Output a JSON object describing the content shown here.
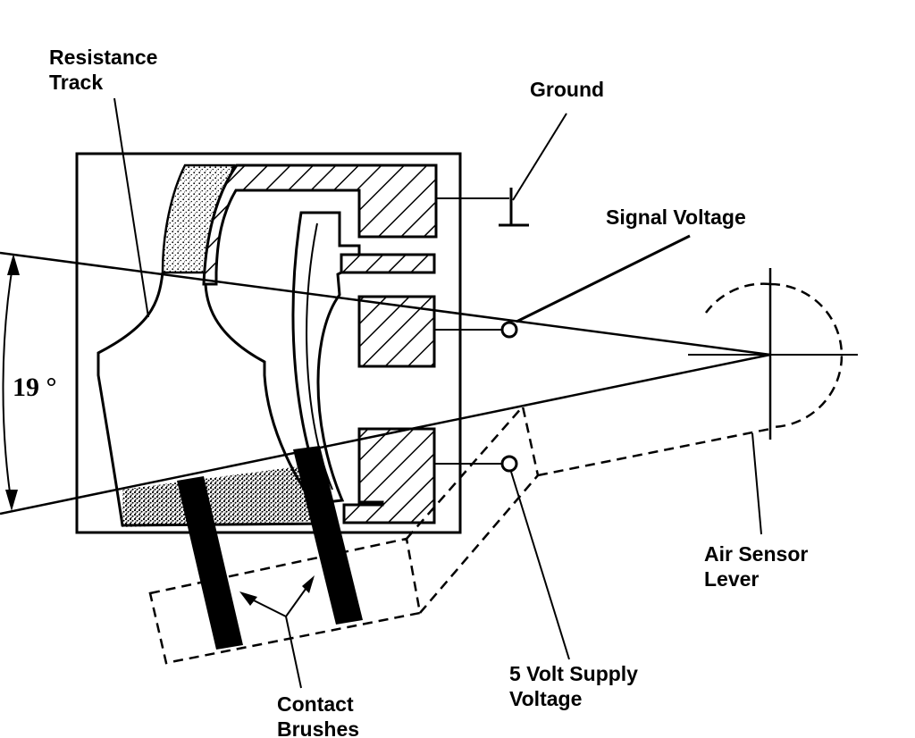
{
  "labels": {
    "resistance_track_1": "Resistance",
    "resistance_track_2": "Track",
    "ground": "Ground",
    "signal_voltage": "Signal Voltage",
    "angle": "19 °",
    "air_sensor_1": "Air Sensor",
    "air_sensor_2": "Lever",
    "supply_1": "5 Volt Supply",
    "supply_2": "Voltage",
    "brushes_1": "Contact",
    "brushes_2": "Brushes"
  }
}
